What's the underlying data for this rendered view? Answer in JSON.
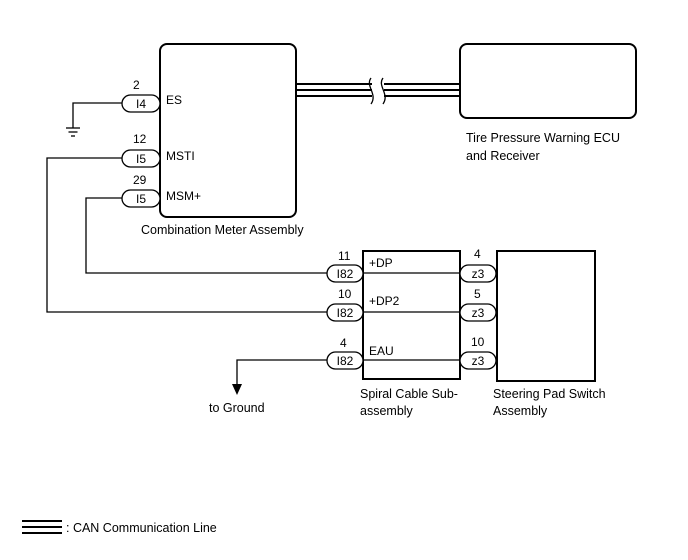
{
  "components": {
    "combination_meter": {
      "name": "Combination Meter Assembly"
    },
    "tpw_ecu": {
      "name_line1": "Tire Pressure Warning ECU",
      "name_line2": "and Receiver"
    },
    "spiral_cable": {
      "name_line1": "Spiral Cable Sub-",
      "name_line2": "assembly"
    },
    "steering_pad": {
      "name_line1": "Steering Pad Switch",
      "name_line2": "Assembly"
    }
  },
  "meter_terminals": [
    {
      "pin": "2",
      "connector": "I4",
      "signal": "ES"
    },
    {
      "pin": "12",
      "connector": "I5",
      "signal": "MSTI"
    },
    {
      "pin": "29",
      "connector": "I5",
      "signal": "MSM+"
    }
  ],
  "spiral_left_terminals": [
    {
      "pin": "11",
      "connector": "I82",
      "signal": "+DP"
    },
    {
      "pin": "10",
      "connector": "I82",
      "signal": "+DP2"
    },
    {
      "pin": "4",
      "connector": "I82",
      "signal": "EAU"
    }
  ],
  "spiral_right_terminals": [
    {
      "pin": "4",
      "connector": "z3"
    },
    {
      "pin": "5",
      "connector": "z3"
    },
    {
      "pin": "10",
      "connector": "z3"
    }
  ],
  "ground_label": "to Ground",
  "legend": {
    "label": ": CAN Communication Line"
  }
}
